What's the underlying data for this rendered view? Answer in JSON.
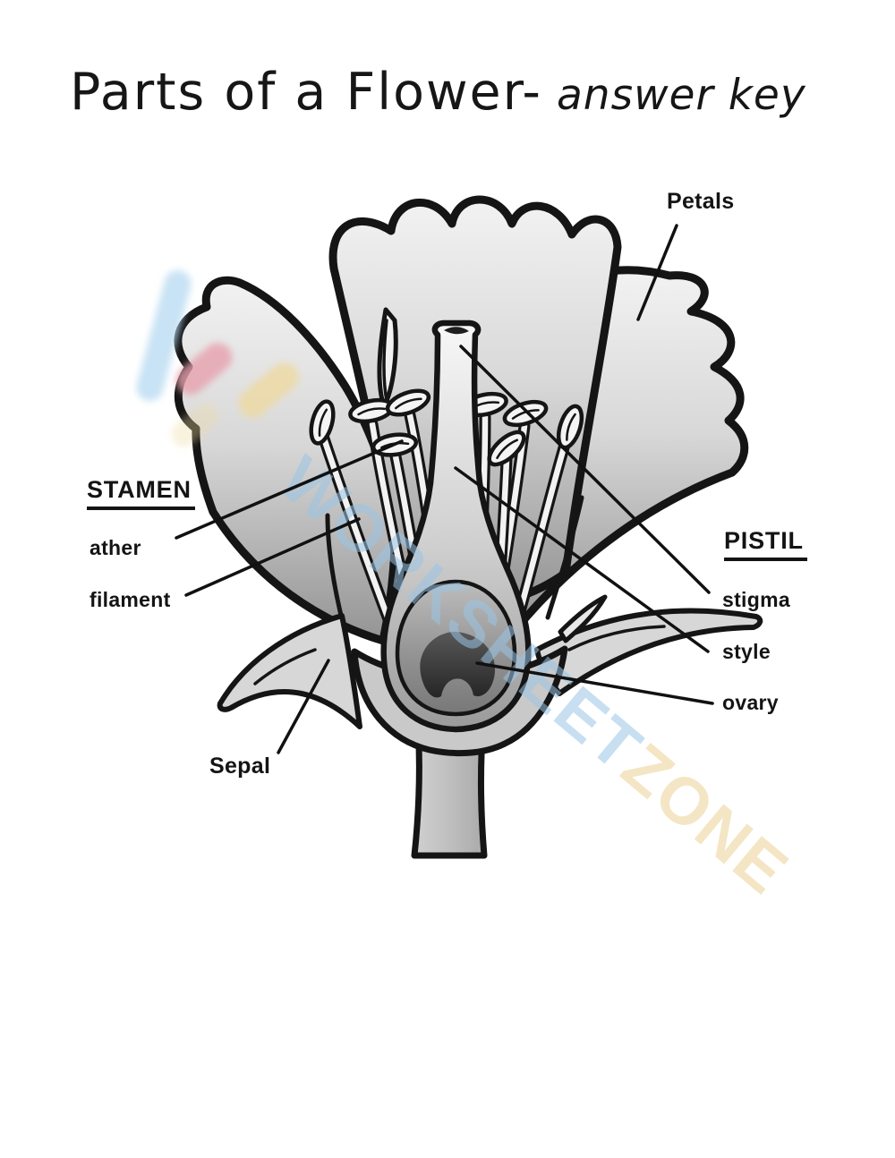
{
  "title": {
    "main": "Parts of a Flower-",
    "suffix": "answer key"
  },
  "labels": {
    "petals": "Petals",
    "stamen": "STAMEN",
    "ather": "ather",
    "filament": "filament",
    "sepal": "Sepal",
    "pistil": "PISTIL",
    "stigma": "stigma",
    "style": "style",
    "ovary": "ovary"
  },
  "watermark": {
    "primary": "WORKSHEET",
    "secondary": "ZONE",
    "primary_color": "#99c4e4",
    "secondary_color": "#edd79f"
  },
  "colors": {
    "outline": "#151515",
    "leader_line": "#111111",
    "petal_top": "#f2f2f2",
    "petal_bottom": "#949494",
    "pistil_light": "#f7f7f7",
    "pistil_dark": "#9a9a9a",
    "ovary_inner": "#8f8f8f",
    "ovule": "#2a2a2a",
    "stem": "#c4c4c4",
    "sepal": "#d7d7d7",
    "logo_blue": "#b5d9f2",
    "logo_pink": "#e7a0ac",
    "logo_yellow": "#eed9a0"
  }
}
